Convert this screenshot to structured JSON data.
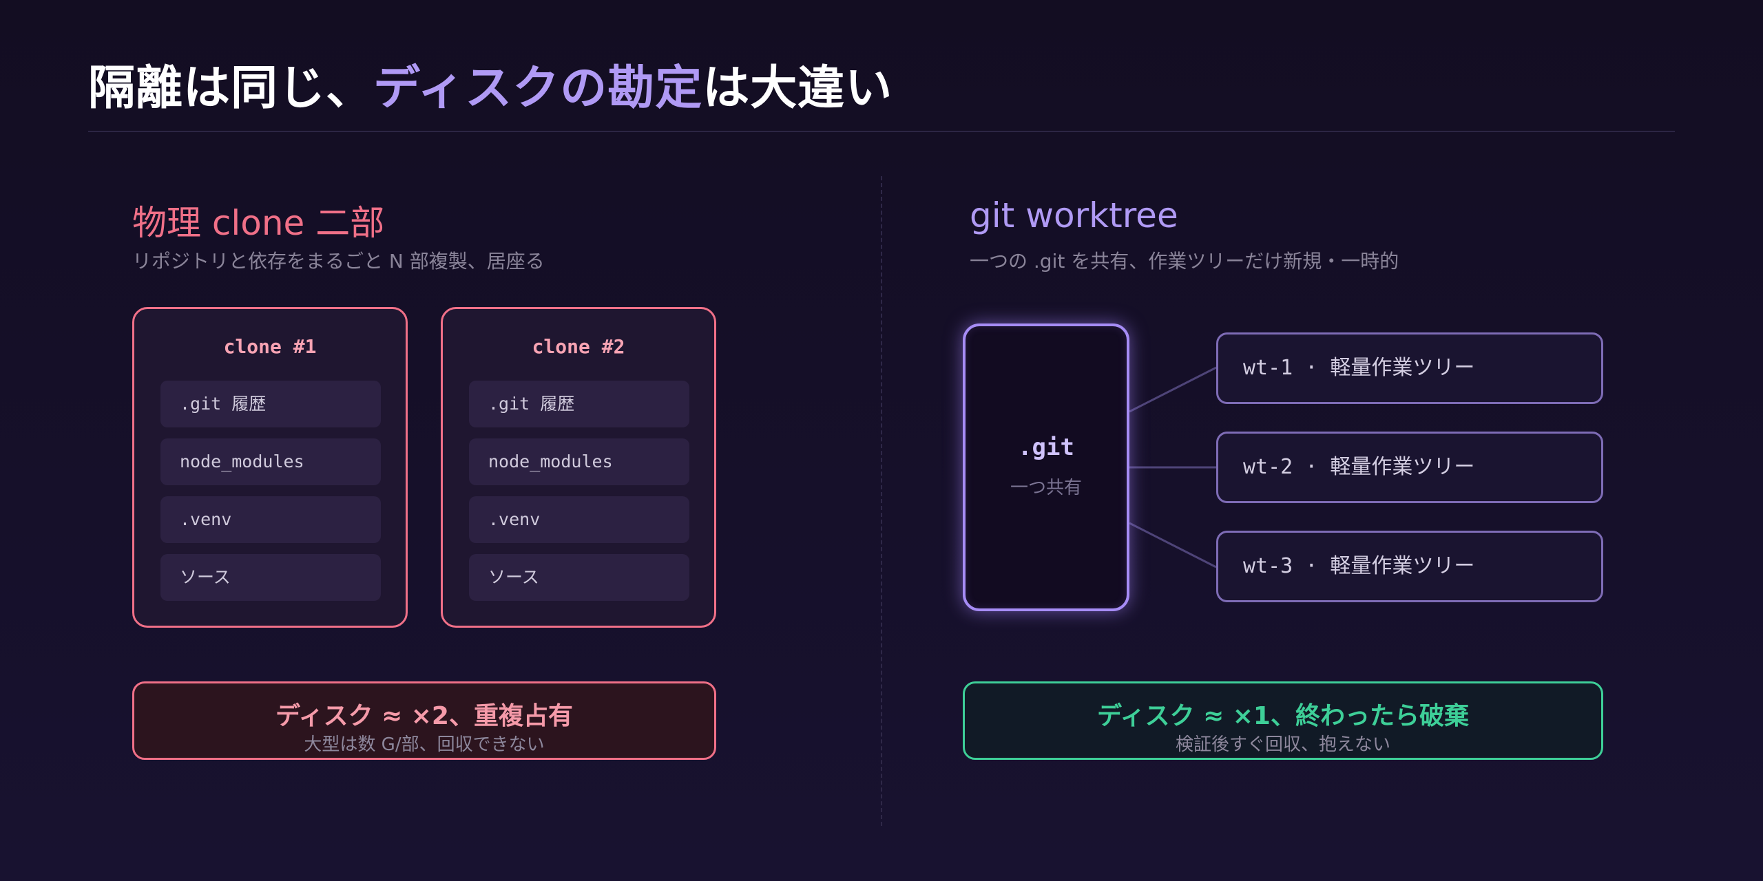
{
  "title": {
    "part1": "隔離は同じ、",
    "accent": "ディスクの勘定",
    "part2": "は大違い"
  },
  "left": {
    "heading": "物理 clone 二部",
    "subtitle": "リポジトリと依存をまるごと N 部複製、居座る",
    "clones": [
      {
        "title": "clone #1",
        "items": [
          ".git 履歴",
          "node_modules",
          ".venv",
          "ソース"
        ]
      },
      {
        "title": "clone #2",
        "items": [
          ".git 履歴",
          "node_modules",
          ".venv",
          "ソース"
        ]
      }
    ],
    "result": {
      "main": "ディスク ≈ ×2、重複占有",
      "sub": "大型は数 G/部、回収できない"
    }
  },
  "right": {
    "heading": "git worktree",
    "subtitle": "一つの .git を共有、作業ツリーだけ新規・一時的",
    "git_box": {
      "label": ".git",
      "sub": "一つ共有"
    },
    "worktrees": [
      "wt-1 · 軽量作業ツリー",
      "wt-2 · 軽量作業ツリー",
      "wt-3 · 軽量作業ツリー"
    ],
    "result": {
      "main": "ディスク ≈ ×1、終わったら破棄",
      "sub": "検証後すぐ回収、抱えない"
    }
  },
  "colors": {
    "clone_accent": "#f07088",
    "worktree_accent": "#a68cf5",
    "success_accent": "#3ecf98"
  }
}
